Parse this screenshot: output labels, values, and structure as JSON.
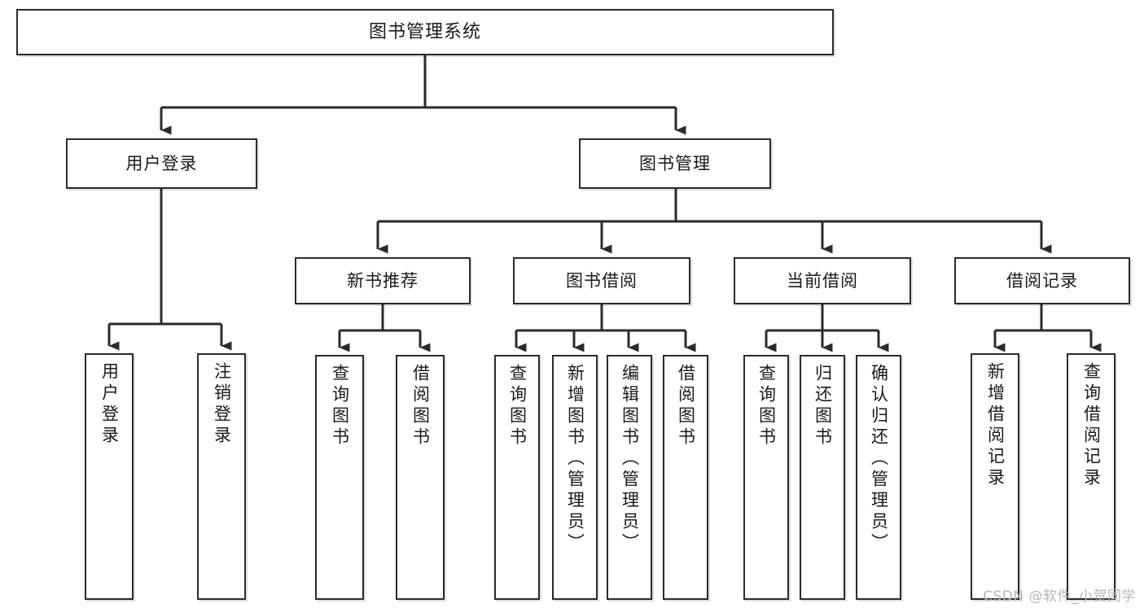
{
  "diagram": {
    "type": "tree-hierarchy",
    "title": "图书管理系统",
    "colors": {
      "box_border": "#2b2b2b",
      "box_fill": "#ffffff",
      "connector": "#2b2b2b",
      "text": "#1a1a1a",
      "watermark": "#b6b6b6"
    },
    "levels": [
      {
        "level": 1,
        "nodes": [
          {
            "id": "root",
            "label": "图书管理系统",
            "orientation": "horizontal"
          }
        ]
      },
      {
        "level": 2,
        "nodes": [
          {
            "id": "login",
            "label": "用户登录",
            "orientation": "horizontal",
            "parent": "root"
          },
          {
            "id": "bookmgmt",
            "label": "图书管理",
            "orientation": "horizontal",
            "parent": "root"
          }
        ]
      },
      {
        "level": 3,
        "nodes": [
          {
            "id": "newbook",
            "label": "新书推荐",
            "orientation": "horizontal",
            "parent": "bookmgmt"
          },
          {
            "id": "borrow",
            "label": "图书借阅",
            "orientation": "horizontal",
            "parent": "bookmgmt"
          },
          {
            "id": "current",
            "label": "当前借阅",
            "orientation": "horizontal",
            "parent": "bookmgmt"
          },
          {
            "id": "records",
            "label": "借阅记录",
            "orientation": "horizontal",
            "parent": "bookmgmt"
          }
        ]
      },
      {
        "level": 4,
        "nodes": [
          {
            "id": "leaf-user-login",
            "label": "用户登录",
            "orientation": "vertical",
            "parent": "login"
          },
          {
            "id": "leaf-user-logout",
            "label": "注销登录",
            "orientation": "vertical",
            "parent": "login"
          },
          {
            "id": "leaf-nb-query",
            "label": "查询图书",
            "orientation": "vertical",
            "parent": "newbook"
          },
          {
            "id": "leaf-nb-borrow",
            "label": "借阅图书",
            "orientation": "vertical",
            "parent": "newbook"
          },
          {
            "id": "leaf-br-query",
            "label": "查询图书",
            "orientation": "vertical",
            "parent": "borrow"
          },
          {
            "id": "leaf-br-add",
            "label": "新增图书（管理员）",
            "orientation": "vertical",
            "parent": "borrow"
          },
          {
            "id": "leaf-br-edit",
            "label": "编辑图书（管理员）",
            "orientation": "vertical",
            "parent": "borrow"
          },
          {
            "id": "leaf-br-borrow",
            "label": "借阅图书",
            "orientation": "vertical",
            "parent": "borrow"
          },
          {
            "id": "leaf-cur-query",
            "label": "查询图书",
            "orientation": "vertical",
            "parent": "current"
          },
          {
            "id": "leaf-cur-return",
            "label": "归还图书",
            "orientation": "vertical",
            "parent": "current"
          },
          {
            "id": "leaf-cur-confirm",
            "label": "确认归还（管理员）",
            "orientation": "vertical",
            "parent": "current"
          },
          {
            "id": "leaf-rec-add",
            "label": "新增借阅记录",
            "orientation": "vertical",
            "parent": "records"
          },
          {
            "id": "leaf-rec-query",
            "label": "查询借阅记录",
            "orientation": "vertical",
            "parent": "records"
          }
        ]
      }
    ],
    "watermark": "CSDN @软件_小贺同学"
  }
}
